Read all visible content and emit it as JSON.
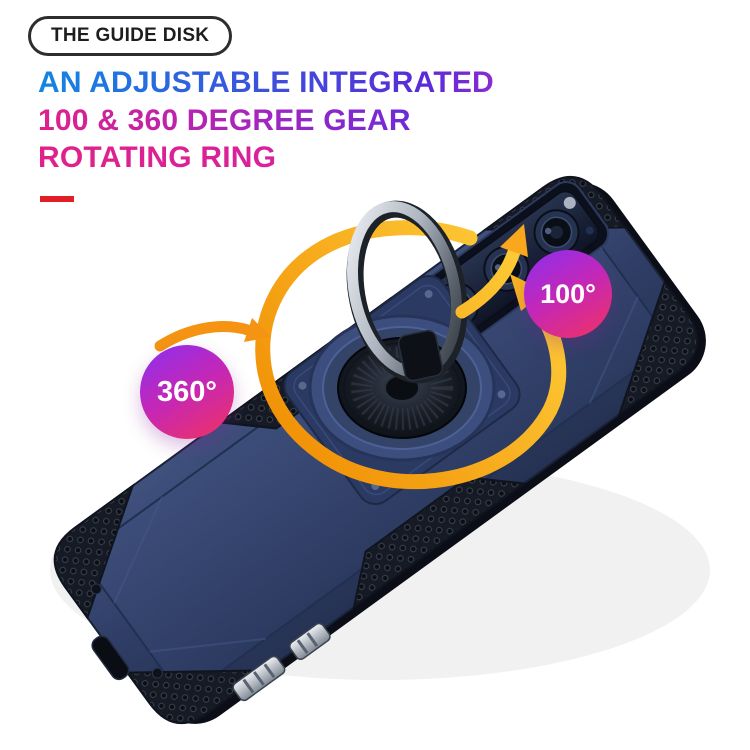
{
  "badge": {
    "label": "THE GUIDE DISK"
  },
  "headline": {
    "line1": "AN ADJUSTABLE INTEGRATED",
    "line2": "100 & 360 DEGREE GEAR",
    "line3": "ROTATING RING"
  },
  "callouts": {
    "rotate_360": "360°",
    "flip_100": "100°"
  },
  "colors": {
    "headline_blue": "#1286e2",
    "headline_purple": "#6d2bd8",
    "headline_magenta": "#e0218a",
    "accent_red": "#e21f26",
    "case_navy": "#2f3e66",
    "arrow_orange": "#f7941d",
    "badge_gradient_start": "#8a2ff0",
    "badge_gradient_end": "#f2325f"
  }
}
